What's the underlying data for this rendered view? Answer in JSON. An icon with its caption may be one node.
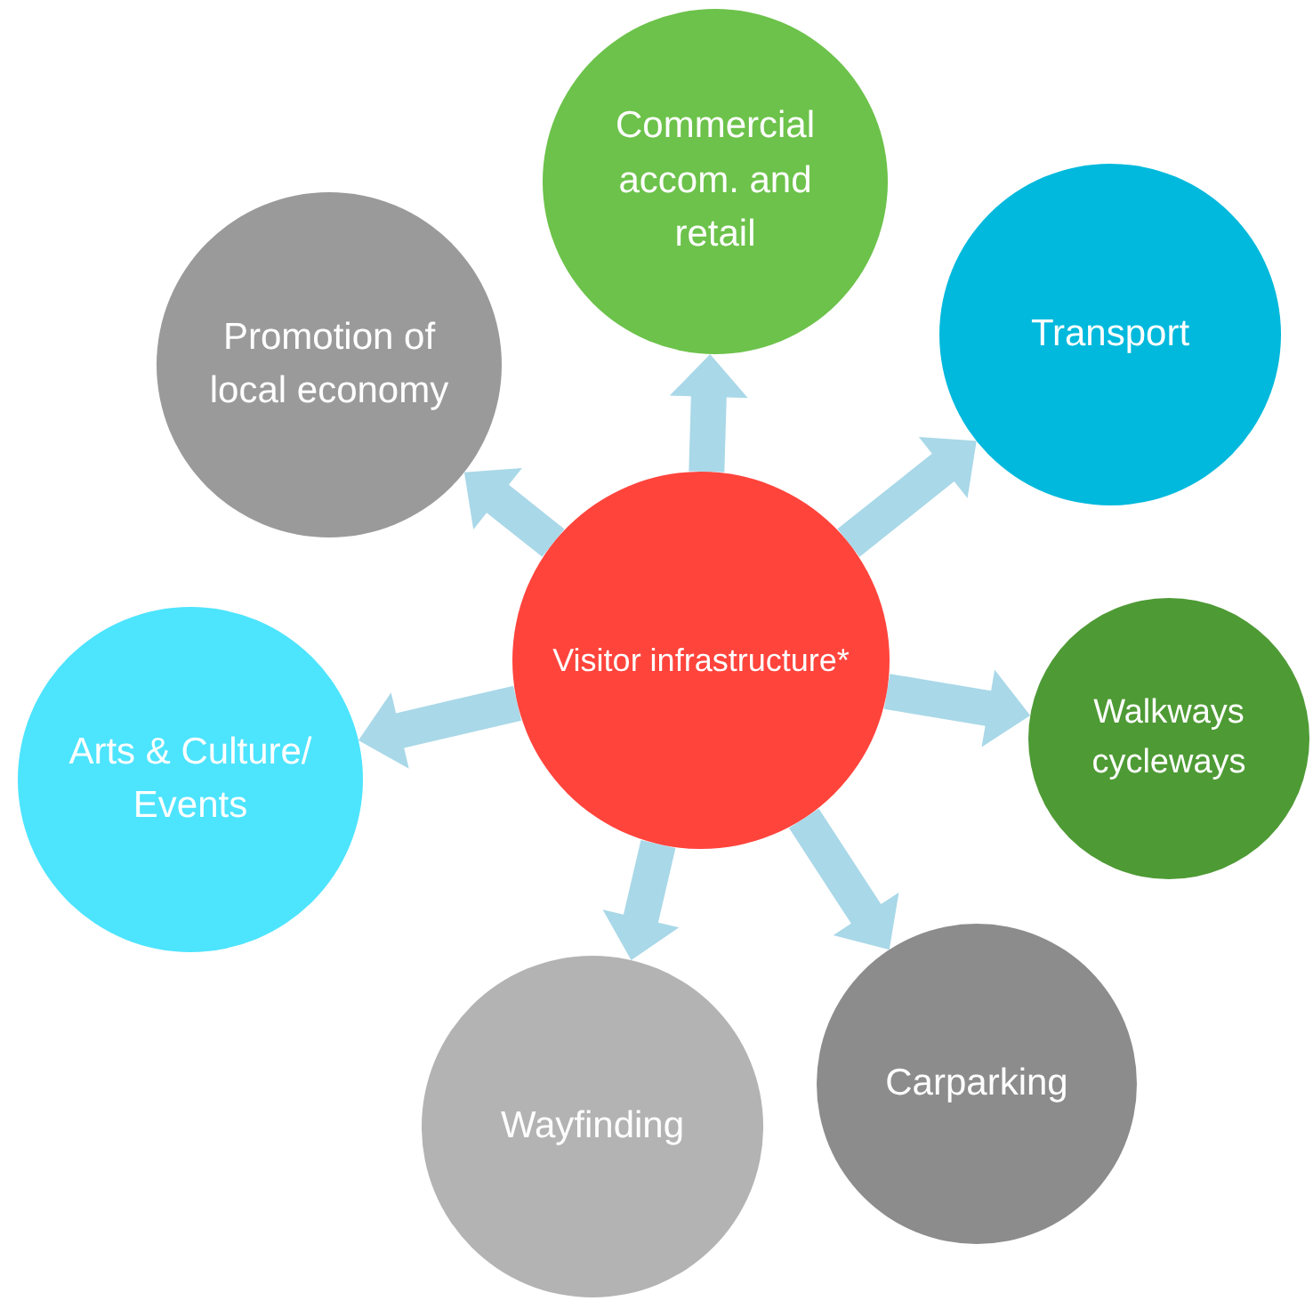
{
  "diagram": {
    "nodes": [
      {
        "text": [
          "Visitor infrastructure*"
        ]
      },
      {
        "text": [
          "Commercial accom. and retail"
        ]
      },
      {
        "text": [
          "Transport"
        ]
      },
      {
        "text": [
          "Walkways cycleways"
        ]
      },
      {
        "text": [
          "Carparking"
        ]
      },
      {
        "text": [
          "Wayfinding"
        ]
      },
      {
        "text": [
          "Arts & Culture/ Events"
        ]
      },
      {
        "text": [
          "Promotion of local economy"
        ]
      }
    ],
    "edges": [
      {
        "from": 0,
        "to": 1,
        "arrow": "to"
      },
      {
        "from": 0,
        "to": 2,
        "arrow": "to"
      },
      {
        "from": 0,
        "to": 3,
        "arrow": "to"
      },
      {
        "from": 0,
        "to": 4,
        "arrow": "to"
      },
      {
        "from": 0,
        "to": 5,
        "arrow": "to"
      },
      {
        "from": 0,
        "to": 6,
        "arrow": "to"
      },
      {
        "from": 0,
        "to": 7,
        "arrow": "to"
      }
    ]
  }
}
